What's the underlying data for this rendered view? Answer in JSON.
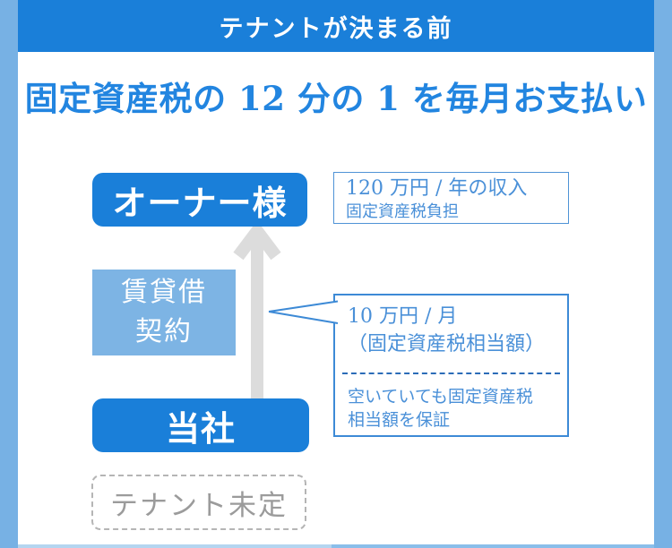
{
  "header": {
    "label": "テナントが決まる前"
  },
  "title": {
    "text": "固定資産税の 12 分の 1 を毎月お支払い"
  },
  "diagram": {
    "owner_box": {
      "label": "オーナー様"
    },
    "income_note": {
      "lines": [
        "120 万円 / 年の収入",
        "固定資産税負担"
      ]
    },
    "lease_box": {
      "lines": [
        "賃貸借",
        "契約"
      ]
    },
    "arrow": {
      "direction": "up",
      "from": "company_box",
      "to": "owner_box"
    },
    "payment_callout": {
      "lines": [
        "10 万円 / 月",
        "（固定資産税相当額）"
      ],
      "note_lines": [
        "空いていても固定資産税",
        "相当額を保証"
      ]
    },
    "company_box": {
      "label": "当社"
    },
    "tenant_box": {
      "label": "テナント未定"
    }
  },
  "colors": {
    "page_bg": "#77b1e4",
    "primary_blue": "#1a7fd9",
    "title_blue": "#2285e0",
    "light_box_blue": "#7db4e4",
    "note_text_blue": "#4a90d8",
    "note_border_blue": "#4f93d6",
    "callout_border_blue": "#3d8ad6",
    "divider_blue": "#2b6cb8",
    "arrow_gray": "#dcdcdc",
    "tenant_gray": "#9b9b9b"
  }
}
